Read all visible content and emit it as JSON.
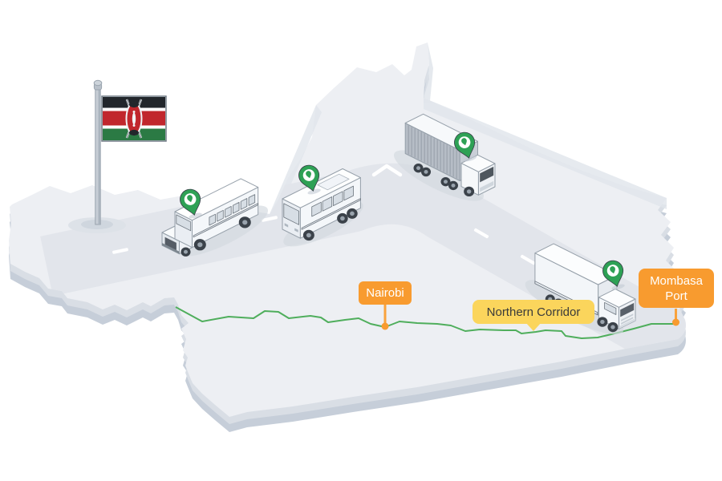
{
  "scene": {
    "description": "Isometric illustration of Kenya with GPS-tracked vehicles on a road and a green route between Nairobi and Mombasa Port",
    "country": "Kenya",
    "flag": {
      "icon": "kenya-flag-icon",
      "colors": {
        "black": "#22262b",
        "white": "#f2f5f7",
        "red": "#c1272d",
        "green": "#2b7a44"
      },
      "emblem": "maasai-shield-and-spears"
    },
    "map": {
      "face_color": "#edeff3",
      "side_upper_color": "#d9dee5",
      "side_lower_color": "#c6ced9",
      "road_color": "#e2e5eb",
      "lane_marking_color": "#ffffff"
    },
    "route": {
      "name": "Northern Corridor route",
      "color": "#4fae5c"
    },
    "pin": {
      "icon": "location-pin-icon",
      "color": "#2ea155"
    },
    "vehicles": [
      {
        "kind": "container-truck"
      },
      {
        "kind": "coach-bus"
      },
      {
        "kind": "school-bus"
      },
      {
        "kind": "semi-trailer-truck"
      }
    ],
    "labels": {
      "nairobi": {
        "text": "Nairobi",
        "bg": "#f89b2f",
        "fg": "#ffffff"
      },
      "northern_corridor": {
        "text": "Northern Corridor",
        "bg": "#fbd55c",
        "fg": "#3a3a3a"
      },
      "mombasa_port": {
        "text": "Mombasa Port",
        "bg": "#f89b2f",
        "fg": "#ffffff"
      }
    },
    "leader_color": "#f9a23c"
  }
}
